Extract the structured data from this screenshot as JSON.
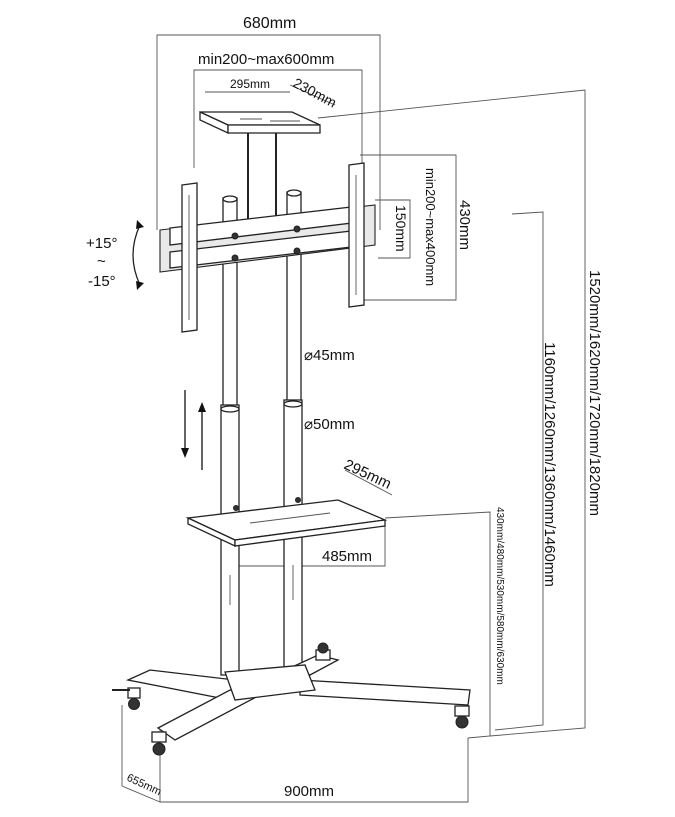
{
  "labels": {
    "overall_width": "680mm",
    "vesa_width": "min200~max600mm",
    "top_shelf_width": "295mm",
    "top_shelf_depth": "230mm",
    "bracket_height": "430mm",
    "vesa_height": "min200~max400mm",
    "bracket_gap": "150mm",
    "tilt_up": "+15°",
    "tilt_sep": "~",
    "tilt_down": "-15°",
    "pole_upper": "⌀45mm",
    "pole_lower": "⌀50mm",
    "shelf_depth": "295mm",
    "shelf_width": "485mm",
    "shelf_heights": "430mm/480mm/530mm/580mm/630mm",
    "height_lower": "1160mm/1260mm/1360mm/1460mm",
    "height_total": "1520mm/1620mm/1720mm/1820mm",
    "base_width": "900mm",
    "base_depth": "655mm"
  }
}
